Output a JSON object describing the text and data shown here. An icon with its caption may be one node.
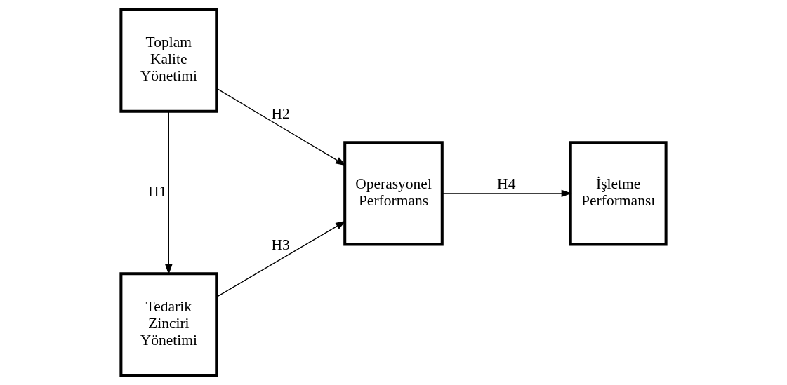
{
  "diagram": {
    "nodes": [
      {
        "text": [
          "Toplam Kalite Yönetimi"
        ]
      },
      {
        "text": [
          "Tedarik Zinciri Yönetimi"
        ]
      },
      {
        "text": [
          "Operasyonel Performans"
        ]
      },
      {
        "text": [
          "İşletme Performansı"
        ]
      }
    ],
    "edges": [
      {
        "from": 0,
        "to": 1,
        "arrow": "to",
        "label": "H1"
      },
      {
        "from": 0,
        "to": 2,
        "arrow": "to",
        "label": "H2"
      },
      {
        "from": 1,
        "to": 2,
        "arrow": "to",
        "label": "H3"
      },
      {
        "from": 2,
        "to": 3,
        "arrow": "to",
        "label": "H4"
      }
    ]
  }
}
